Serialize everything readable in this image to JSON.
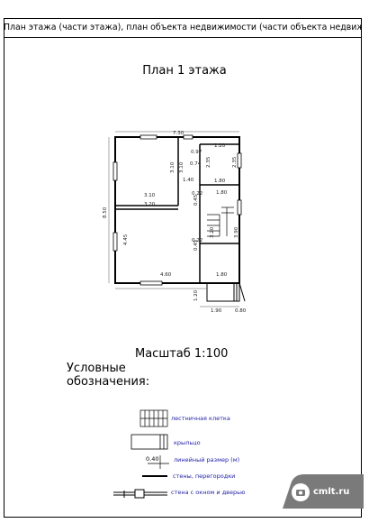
{
  "header": {
    "title": "План этажа (части этажа), план объекта недвижимости (части объекта недвижимости)"
  },
  "plan": {
    "title": "План  1 этажа",
    "dims": {
      "top_width": "7.30",
      "right_top_width": "1.20",
      "right_top_height": "2.35",
      "right_top_height_inner": "2.35",
      "right_top_bottom": "1.80",
      "small_097": "0.97",
      "small_074": "0.74",
      "upper_left_height": "3.10",
      "upper_left_height2": "3.10",
      "mid_140": "1.40",
      "mid_180": "1.80",
      "left_310": "3.10",
      "left_320": "3.20",
      "wall_022a": "0.22",
      "wall_045a": "0.45",
      "overall_height": "8.50",
      "lower_height": "4.45",
      "stair_height": "3.20",
      "wall_022b": "0.22",
      "wall_045b": "0.45",
      "stair_right_390": "3.90",
      "bottom_460": "4.60",
      "bottom_180": "1.80",
      "porch_120": "1.20",
      "porch_190": "1.90",
      "porch_080": "0.80"
    }
  },
  "scale_text": "Масштаб 1:100",
  "legend": {
    "title": "Условные обозначения:",
    "items": [
      {
        "label": "лестничная клетка"
      },
      {
        "label": "крыльцо"
      },
      {
        "label": "линейный размер (м)",
        "sample_value": "0.40"
      },
      {
        "label": "стены, перегородки"
      },
      {
        "label": "стена с окном и дверью"
      }
    ]
  },
  "watermark": {
    "text": "cmlt.ru"
  },
  "colors": {
    "accent": "#2222aa",
    "badge": "#7a7a7a"
  }
}
